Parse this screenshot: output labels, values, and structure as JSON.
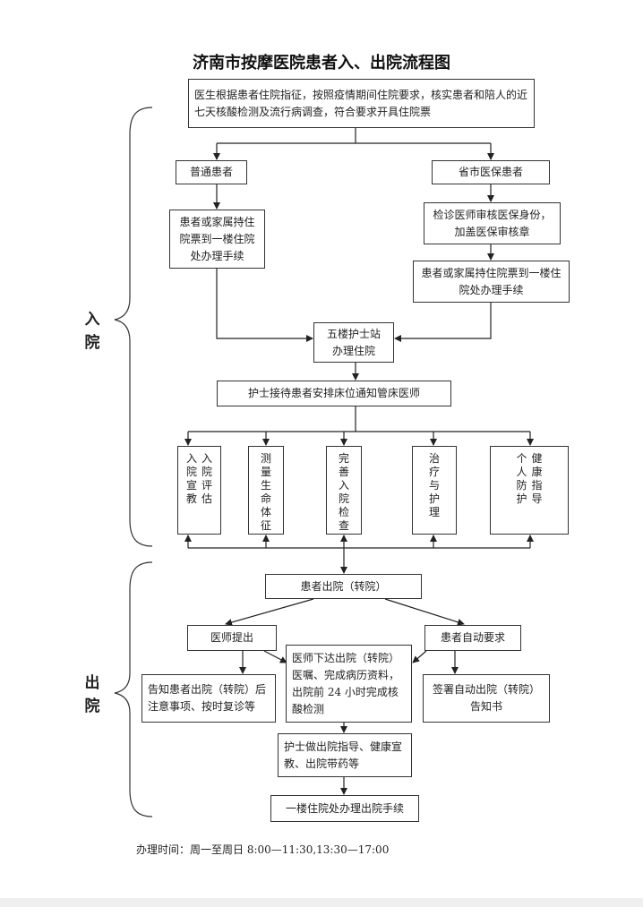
{
  "title": "济南市按摩医院患者入、出院流程图",
  "admission_label": [
    "入",
    "院"
  ],
  "discharge_label": [
    "出",
    "院"
  ],
  "nodes": {
    "start": "医生根据患者住院指征，按照疫情期间住院要求，核实患者和陪人的近七天核酸检测及流行病调查，符合要求开具住院票",
    "ordinary_patient": "普通患者",
    "insured_patient": "省市医保患者",
    "ordinary_procedure": "患者或家属持住院票到一楼住院处办理手续",
    "insurance_review": "检诊医师审核医保身份，加盖医保审核章",
    "insured_procedure": "患者或家属持住院票到一楼住院处办理手续",
    "nurse_station": "五楼护士站办理住院",
    "nurse_reception": "护士接待患者安排床位通知管床医师",
    "education_col1": "入院宣教",
    "education_col2": "入院评估",
    "vitals": "测量生命体征",
    "exams": "完善入院检查",
    "treatment": "治疗与护理",
    "guidance_col1": "个人防护",
    "guidance_col2": "健康指导",
    "discharge": "患者出院（转院）",
    "doctor_proposes": "医师提出",
    "patient_requests": "患者自动要求",
    "inform_patient": "告知患者出院（转院）后注意事项、按时复诊等",
    "doctor_orders": "医师下达出院（转院）医嘱、完成病历资料，出院前 24 小时完成核酸检测",
    "sign_notice": "签署自动出院（转院）告知书",
    "nurse_guidance": "护士做出院指导、健康宣教、出院带药等",
    "final_procedure": "一楼住院处办理出院手续"
  },
  "hours": "办理时间：周一至周日 8:00—11:30,13:30—17:00"
}
